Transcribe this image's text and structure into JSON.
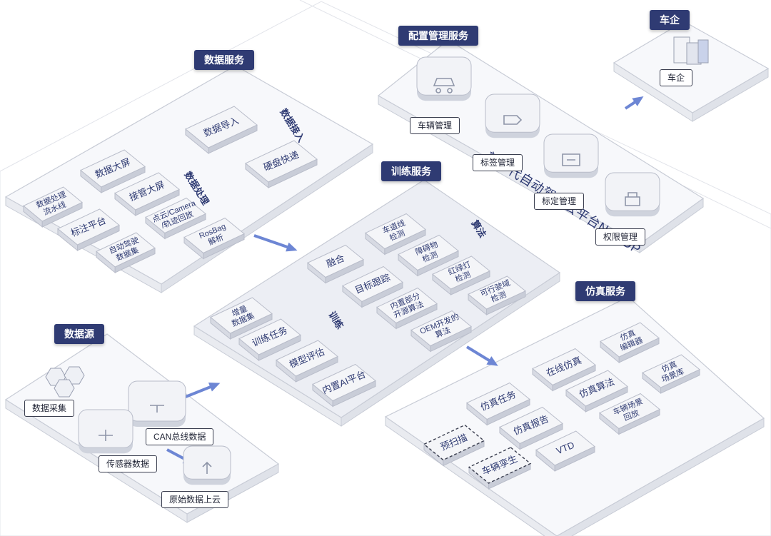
{
  "slogan": "新一代自动驾驶云平台NGADP",
  "sections": {
    "config": {
      "title": "配置管理服务"
    },
    "car_maker": {
      "title": "车企"
    },
    "data_service": {
      "title": "数据服务"
    },
    "training": {
      "title": "训练服务"
    },
    "simulation": {
      "title": "仿真服务"
    },
    "data_source": {
      "title": "数据源"
    }
  },
  "config_items": [
    "车辆管理",
    "标签管理",
    "标定管理",
    "权限管理"
  ],
  "car_maker_item": "车企",
  "data_service": {
    "group_labels": [
      "数据接入",
      "数据处理"
    ],
    "blocks": [
      "数据导入",
      "硬盘快递",
      "数据大屏",
      "接管大屏",
      "数据处理\n流水线",
      "标注平台",
      "点云/Camera\n/轨迹回放",
      "RosBag\n解析",
      "自动驾驶\n数据集"
    ]
  },
  "training": {
    "group_labels": [
      "算法",
      "训练"
    ],
    "blocks": [
      "车道线\n检测",
      "融合",
      "障碍物\n检测",
      "目标跟踪",
      "红绿灯\n检测",
      "内置部分\n开源算法",
      "可行驶域\n检测",
      "OEM开发的\n算法",
      "增量\n数据集",
      "训练任务",
      "模型评估",
      "内置AI平台"
    ]
  },
  "simulation": {
    "blocks": [
      "仿真\n编辑器",
      "在线仿真",
      "仿真\n场景库",
      "仿真算法",
      "仿真任务",
      "车辆场景\n回放",
      "仿真报告",
      "VTD"
    ],
    "dashed_blocks": [
      "预扫描",
      "车辆孪生"
    ]
  },
  "data_source_items": [
    "数据采集",
    "CAN总线数据",
    "传感器数据",
    "原始数据上云"
  ],
  "colors": {
    "title_bg": "#2f3b73",
    "block_face": "#f4f5f8",
    "block_text": "#2f3b73",
    "arrow": "#6d86d4",
    "outline": "#c8ccd6"
  }
}
